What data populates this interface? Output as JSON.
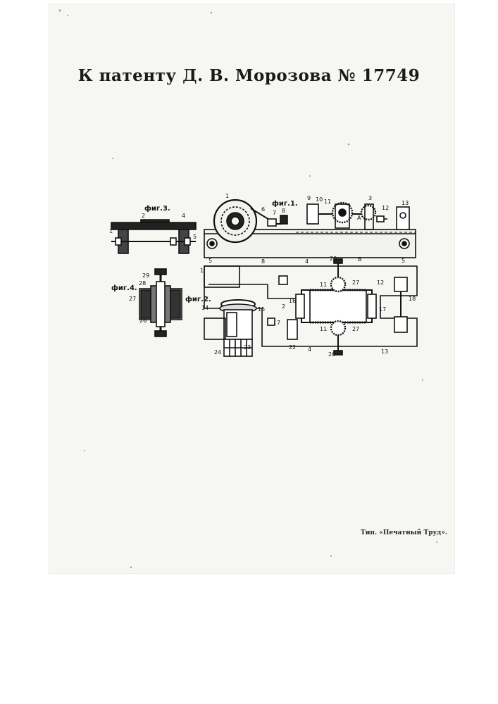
{
  "header": {
    "title": "К патенту Д. В. Морозова № 17749"
  },
  "figures": {
    "fig1": {
      "label": "фиг.1.",
      "numbers": [
        "1",
        "3",
        "5",
        "5",
        "6",
        "7",
        "8",
        "9",
        "10",
        "11",
        "A",
        "B",
        "12",
        "13"
      ]
    },
    "fig2": {
      "label": "фиг.2.",
      "numbers": [
        "1",
        "2",
        "4",
        "4",
        "8",
        "11",
        "11",
        "12",
        "13",
        "14",
        "15",
        "16",
        "17",
        "18",
        "20",
        "20",
        "22",
        "23",
        "24",
        "27",
        "27",
        "7"
      ]
    },
    "fig3": {
      "label": "фиг.3.",
      "numbers": [
        "1",
        "2",
        "4",
        "5"
      ]
    },
    "fig4": {
      "label": "фиг.4.",
      "numbers": [
        "26",
        "27",
        "28",
        "29"
      ]
    }
  },
  "footer": {
    "imprint": "Тип. «Печатный Труд»."
  }
}
